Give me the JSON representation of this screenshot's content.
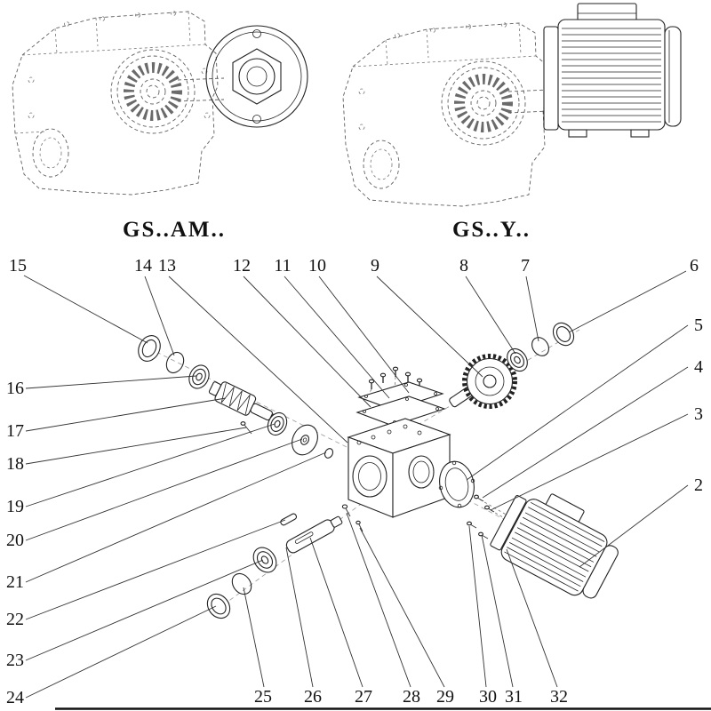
{
  "colors": {
    "background": "#ffffff",
    "ink": "#1a1a1a"
  },
  "variants": {
    "left_label": "GS..AM..",
    "right_label": "GS..Y.."
  },
  "callouts": {
    "n2": "2",
    "n3": "3",
    "n4": "4",
    "n5": "5",
    "n6": "6",
    "n7": "7",
    "n8": "8",
    "n9": "9",
    "n10": "10",
    "n11": "11",
    "n12": "12",
    "n13": "13",
    "n14": "14",
    "n15": "15",
    "n16": "16",
    "n17": "17",
    "n18": "18",
    "n19": "19",
    "n20": "20",
    "n21": "21",
    "n22": "22",
    "n23": "23",
    "n24": "24",
    "n25": "25",
    "n26": "26",
    "n27": "27",
    "n28": "28",
    "n29": "29",
    "n30": "30",
    "n31": "31",
    "n32": "32"
  }
}
